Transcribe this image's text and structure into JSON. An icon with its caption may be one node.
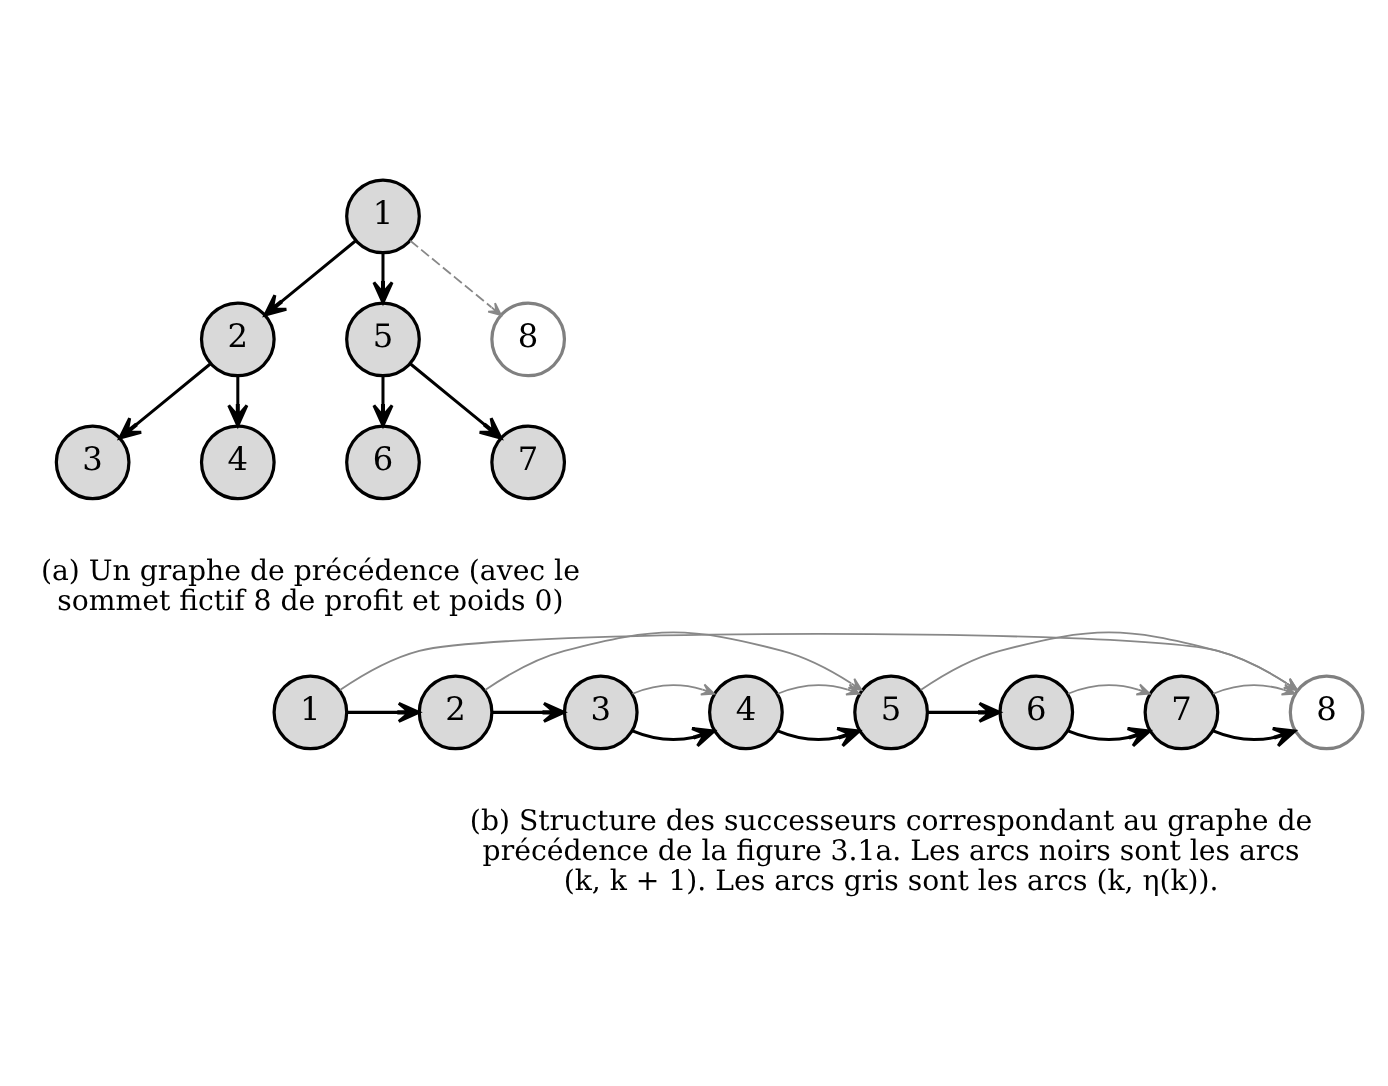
{
  "diagram": {
    "nodes": [
      {
        "text": [
          "1"
        ]
      },
      {
        "text": [
          "2"
        ]
      },
      {
        "text": [
          "3"
        ]
      },
      {
        "text": [
          "4"
        ]
      },
      {
        "text": [
          "5"
        ]
      },
      {
        "text": [
          "6"
        ]
      },
      {
        "text": [
          "7"
        ]
      },
      {
        "text": [
          "8"
        ]
      },
      {
        "text": [
          "1"
        ]
      },
      {
        "text": [
          "2"
        ]
      },
      {
        "text": [
          "3"
        ]
      },
      {
        "text": [
          "4"
        ]
      },
      {
        "text": [
          "5"
        ]
      },
      {
        "text": [
          "6"
        ]
      },
      {
        "text": [
          "7"
        ]
      },
      {
        "text": [
          "8"
        ]
      }
    ],
    "edges": [
      {
        "from": 0,
        "to": 1,
        "arrow": "to"
      },
      {
        "from": 0,
        "to": 4,
        "arrow": "to"
      },
      {
        "from": 1,
        "to": 2,
        "arrow": "to"
      },
      {
        "from": 1,
        "to": 3,
        "arrow": "to"
      },
      {
        "from": 4,
        "to": 5,
        "arrow": "to"
      },
      {
        "from": 4,
        "to": 6,
        "arrow": "to"
      },
      {
        "from": 0,
        "to": 7,
        "arrow": "to",
        "style": "dashed",
        "color": "#888888"
      },
      {
        "from": 8,
        "to": 9,
        "arrow": "to"
      },
      {
        "from": 9,
        "to": 10,
        "arrow": "to"
      },
      {
        "from": 10,
        "to": 11,
        "arrow": "to"
      },
      {
        "from": 11,
        "to": 12,
        "arrow": "to"
      },
      {
        "from": 12,
        "to": 13,
        "arrow": "to"
      },
      {
        "from": 13,
        "to": 14,
        "arrow": "to"
      },
      {
        "from": 14,
        "to": 15,
        "arrow": "to"
      },
      {
        "from": 8,
        "to": 15,
        "arrow": "to",
        "color": "#888888"
      },
      {
        "from": 9,
        "to": 12,
        "arrow": "to",
        "color": "#888888"
      },
      {
        "from": 10,
        "to": 11,
        "arrow": "to",
        "color": "#888888"
      },
      {
        "from": 11,
        "to": 12,
        "arrow": "to",
        "color": "#888888"
      },
      {
        "from": 12,
        "to": 15,
        "arrow": "to",
        "color": "#888888"
      },
      {
        "from": 13,
        "to": 14,
        "arrow": "to",
        "color": "#888888"
      },
      {
        "from": 14,
        "to": 15,
        "arrow": "to",
        "color": "#888888"
      }
    ],
    "labels": [
      "(a) Un graphe de précédence (avec le sommet fictif 8 de profit et poids 0)",
      "(b) Structure des successeurs correspondant au graphe de précédence de la figure 3.1a. Les arcs noirs sont les arcs (k, k + 1). Les arcs gris sont les arcs (k, η(k))."
    ]
  }
}
